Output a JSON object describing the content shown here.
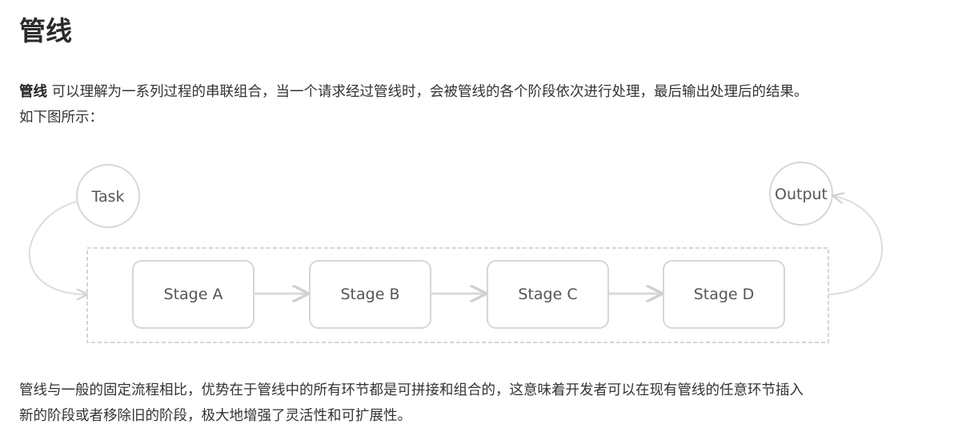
{
  "heading": "管线",
  "intro": {
    "term": "管线",
    "line1": " 可以理解为一系列过程的串联组合，当一个请求经过管线时，会被管线的各个阶段依次进行处理，最后输出处理后的结果。",
    "line2": "如下图所示："
  },
  "diagram": {
    "input_node": "Task",
    "output_node": "Output",
    "stages": [
      "Stage A",
      "Stage B",
      "Stage C",
      "Stage D"
    ],
    "colors": {
      "stroke": "#d6d6d6",
      "arrow": "#d8d8d8",
      "text": "#555555"
    }
  },
  "conclusion": {
    "line1": "管线与一般的固定流程相比，优势在于管线中的所有环节都是可拼接和组合的，这意味着开发者可以在现有管线的任意环节插入",
    "line2": "新的阶段或者移除旧的阶段，极大地增强了灵活性和可扩展性。"
  }
}
